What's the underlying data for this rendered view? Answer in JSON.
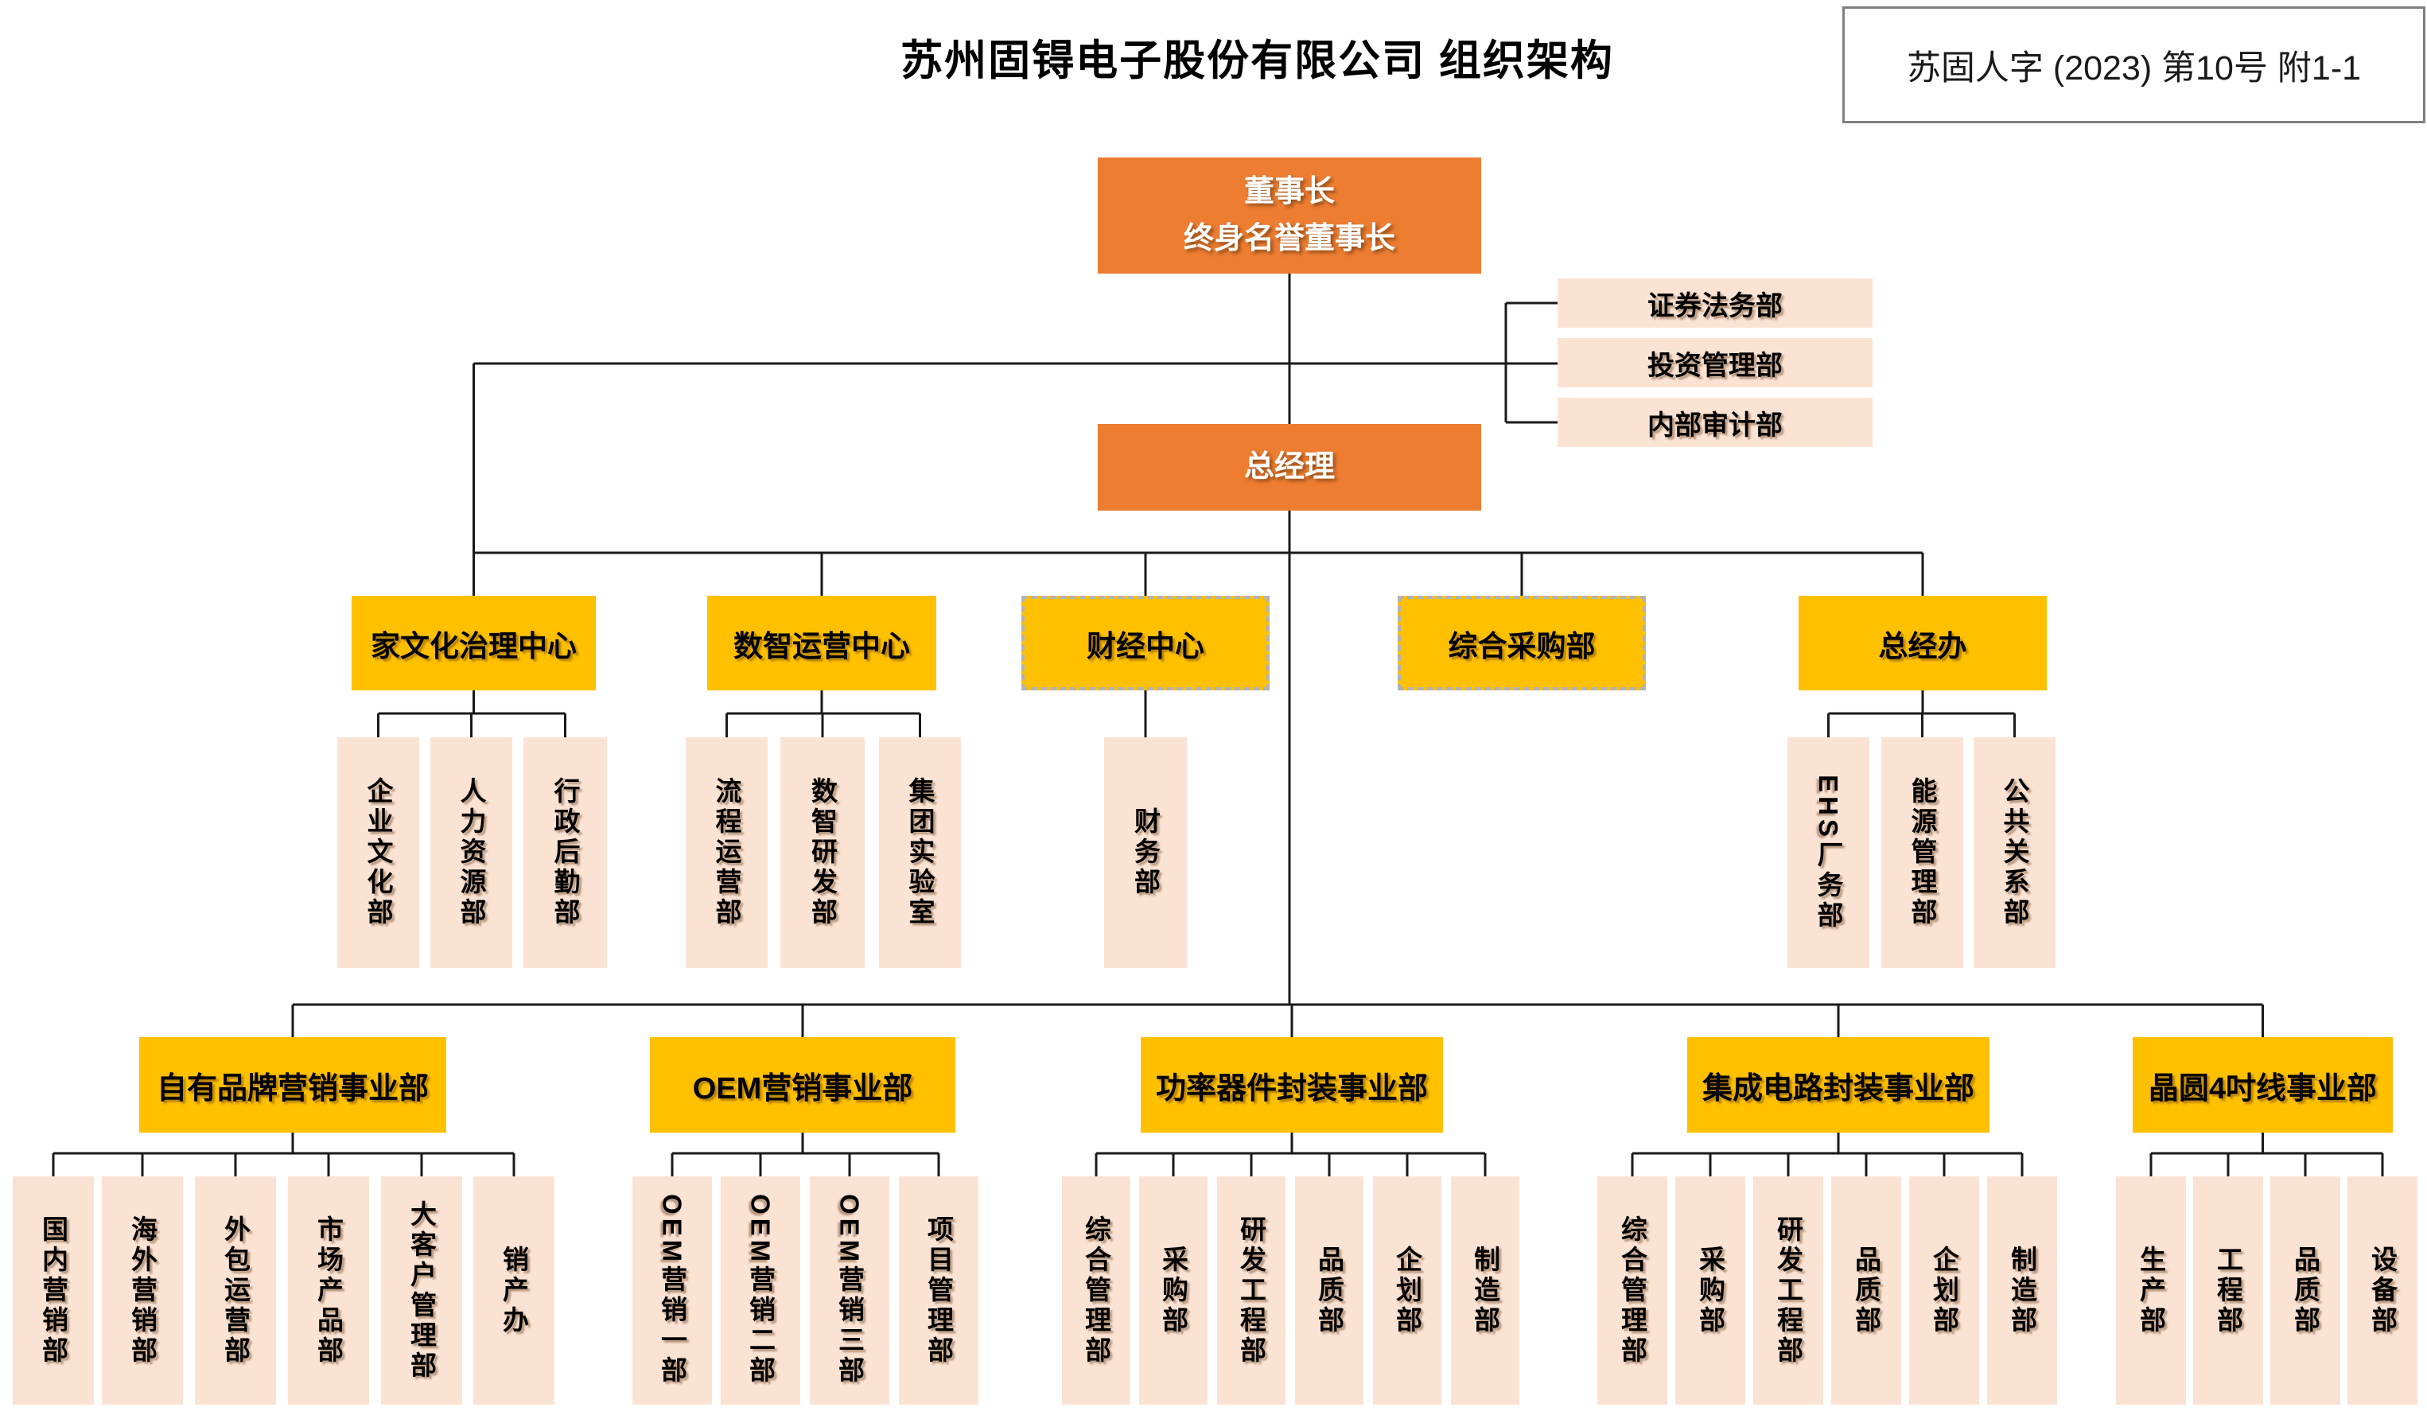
{
  "title": "苏州固锝电子股份有限公司 组织架构",
  "doc_ref": "苏固人字 (2023) 第10号 附1-1",
  "colors": {
    "chairman_orange": "#ED7D31",
    "center_gold": "#FFC000",
    "dept_pink": "#FBE3D4",
    "line": "#1a1a1a",
    "dashed_border": "#b3b3b3",
    "doc_border": "#7f7f7f"
  },
  "chairman_label": "董事长\n终身名誉董事长",
  "gm_label": "总经理",
  "staff_departments": [
    "证券法务部",
    "投资管理部",
    "内部审计部"
  ],
  "centers": [
    {
      "label": "家文化治理中心",
      "dashed": false,
      "children": [
        "企业文化部",
        "人力资源部",
        "行政后勤部"
      ]
    },
    {
      "label": "数智运营中心",
      "dashed": false,
      "children": [
        "流程运营部",
        "数智研发部",
        "集团实验室"
      ]
    },
    {
      "label": "财经中心",
      "dashed": true,
      "children": [
        "财务部"
      ]
    },
    {
      "label": "综合采购部",
      "dashed": true,
      "children": []
    },
    {
      "label": "总经办",
      "dashed": false,
      "children": [
        "EHS厂务部",
        "能源管理部",
        "公共关系部"
      ]
    }
  ],
  "divisions": [
    {
      "label": "自有品牌营销事业部",
      "children": [
        "国内营销部",
        "海外营销部",
        "外包运营部",
        "市场产品部",
        "大客户管理部",
        "销产办"
      ]
    },
    {
      "label": "OEM营销事业部",
      "children": [
        "OEM营销一部",
        "OEM营销二部",
        "OEM营销三部",
        "项目管理部"
      ]
    },
    {
      "label": "功率器件封装事业部",
      "children": [
        "综合管理部",
        "采购部",
        "研发工程部",
        "品质部",
        "企划部",
        "制造部"
      ]
    },
    {
      "label": "集成电路封装事业部",
      "children": [
        "综合管理部",
        "采购部",
        "研发工程部",
        "品质部",
        "企划部",
        "制造部"
      ]
    },
    {
      "label": "晶圆4吋线事业部",
      "children": [
        "生产部",
        "工程部",
        "品质部",
        "设备部"
      ]
    }
  ]
}
